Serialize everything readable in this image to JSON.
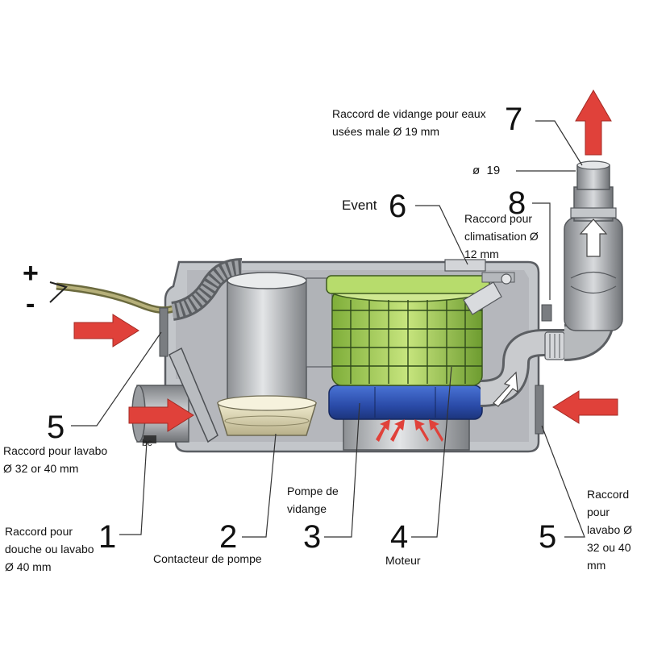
{
  "colors": {
    "housing": "#b9bcc0",
    "housing_stroke": "#5a5d62",
    "motor_green": "#a9d25a",
    "motor_grid": "#2f4a1a",
    "pump_blue": "#2f55b8",
    "arrow_red": "#e0413a",
    "leader": "#333333"
  },
  "symbols": {
    "plus": "+",
    "minus": "-"
  },
  "labels": {
    "l7_line1": "Raccord de vidange pour eaux",
    "l7_line2": "usées male Ø 19 mm",
    "dia19": "ø  19",
    "event": "Event",
    "l8_line1": "Raccord pour",
    "l8_line2": "climatisation Ø",
    "l8_line3": "12 mm",
    "l5left_line1": "Raccord pour lavabo",
    "l5left_line2": "Ø 32 or 40 mm",
    "bc": "bc",
    "l1_line1": "Raccord pour",
    "l1_line2": "douche ou lavabo",
    "l1_line3": "Ø 40 mm",
    "l2": "Contacteur de pompe",
    "l3_line1": "Pompe de",
    "l3_line2": "vidange",
    "l4": "Moteur",
    "l5right_line1": "Raccord",
    "l5right_line2": "pour",
    "l5right_line3": "lavabo Ø",
    "l5right_line4": "32 ou 40",
    "l5right_line5": "mm"
  },
  "numbers": {
    "n1": "1",
    "n2": "2",
    "n3": "3",
    "n4": "4",
    "n5_left": "5",
    "n5_right": "5",
    "n6": "6",
    "n7": "7",
    "n8": "8"
  }
}
